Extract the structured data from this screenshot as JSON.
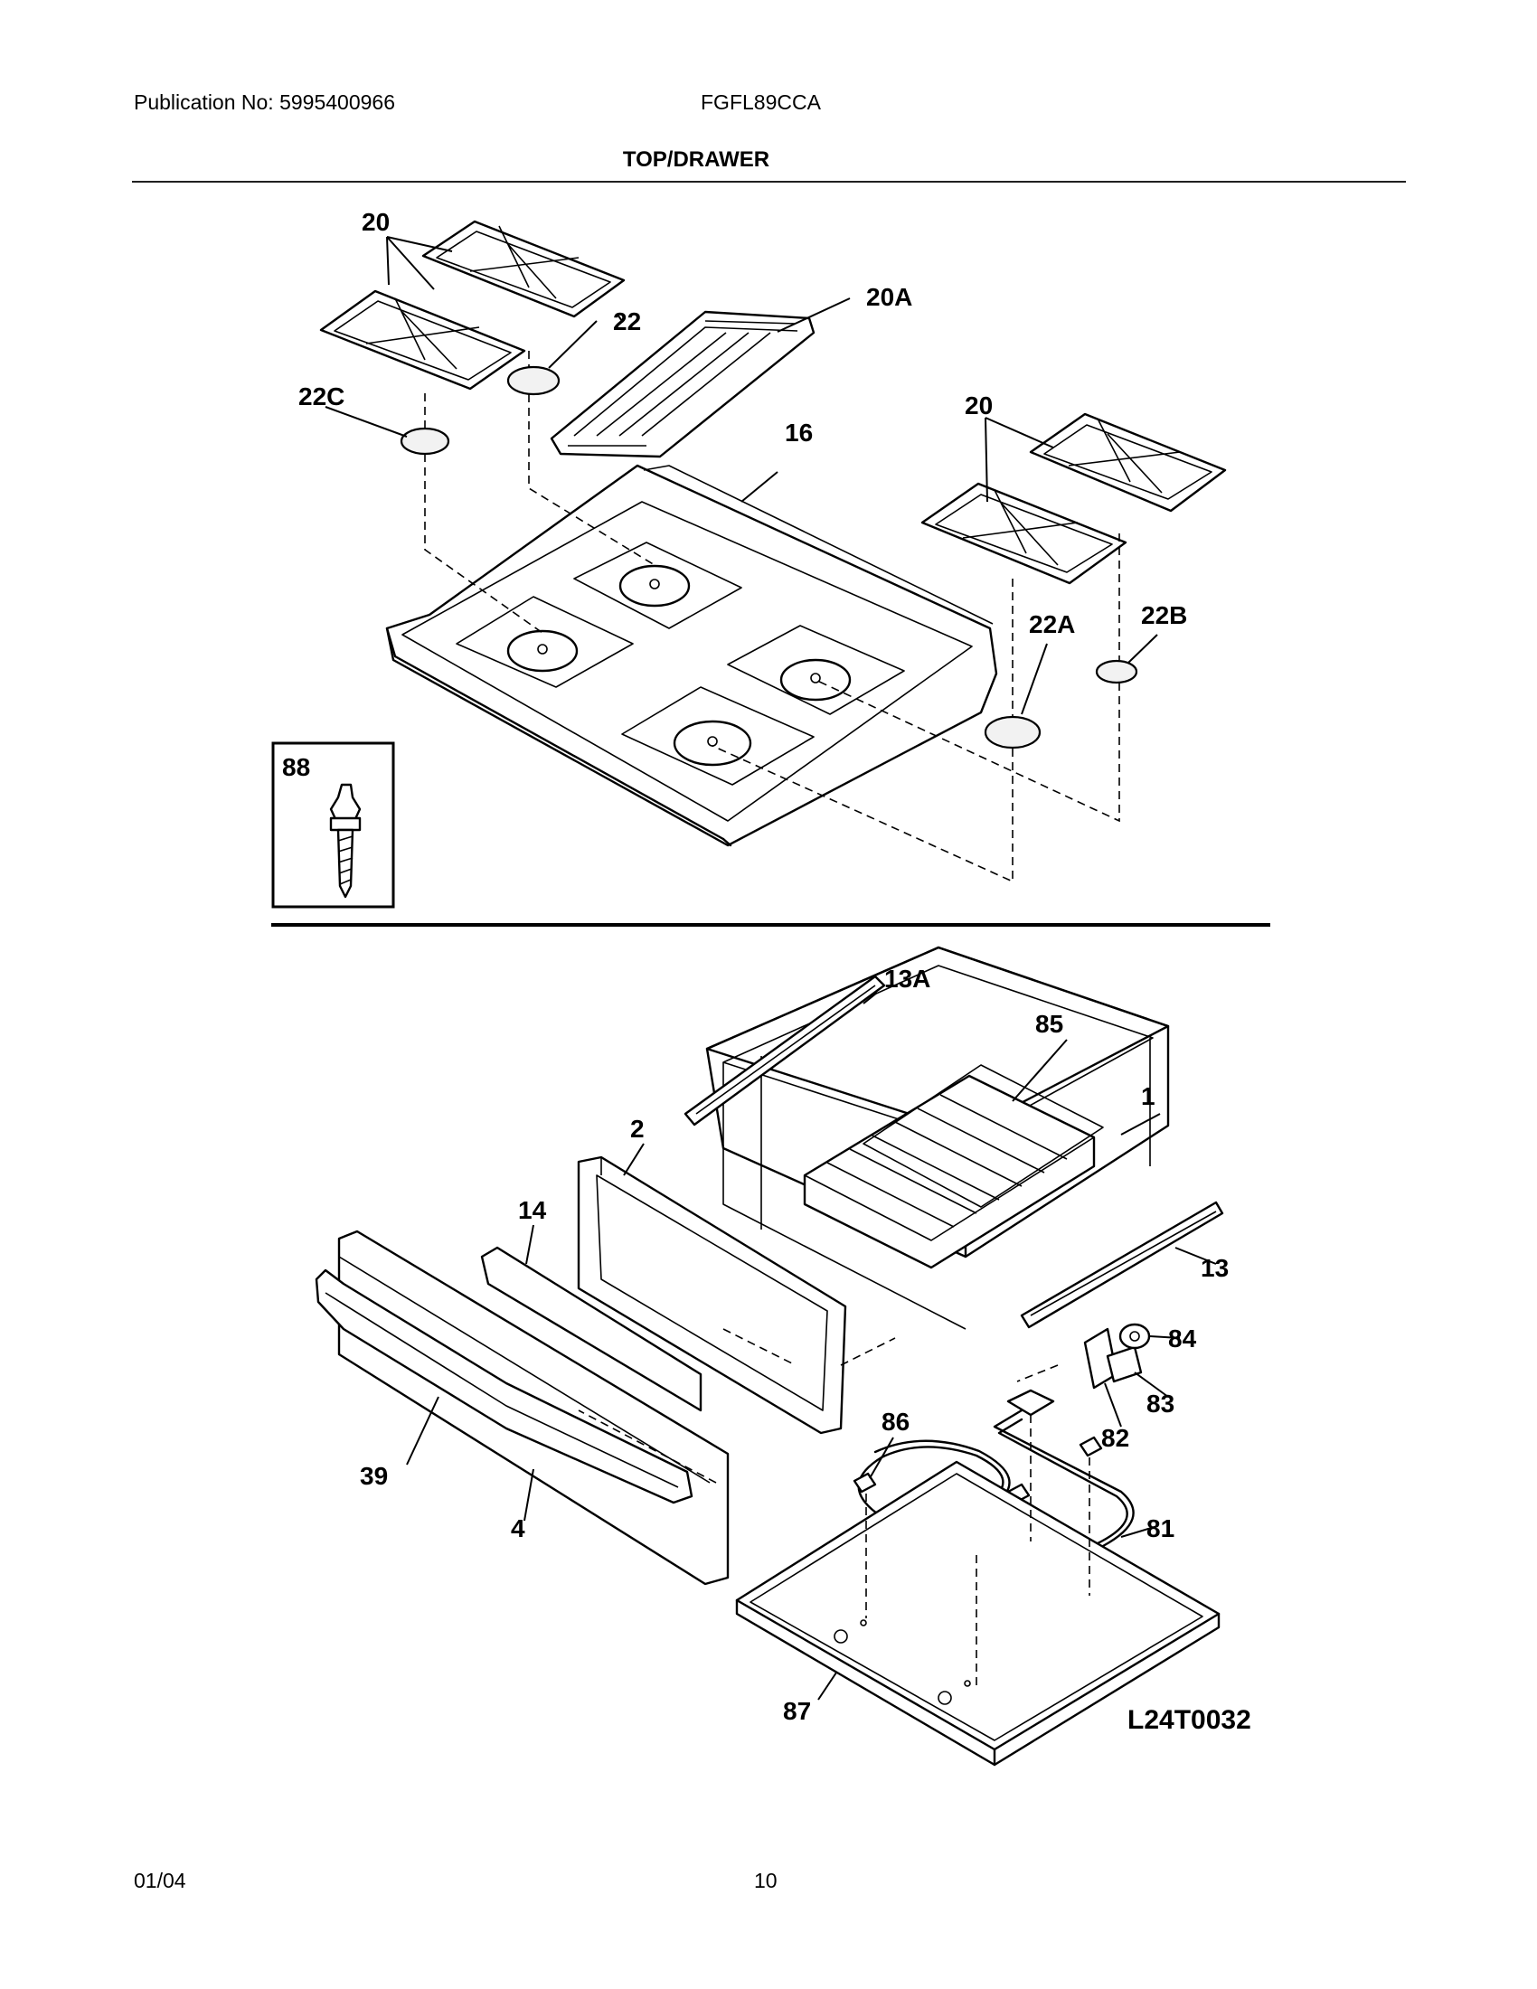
{
  "header": {
    "publication": "Publication No: 5995400966",
    "model": "FGFL89CCA",
    "section_title": "TOP/DRAWER"
  },
  "footer": {
    "date": "01/04",
    "page_number": "10"
  },
  "diagram": {
    "code": "L24T0032",
    "callouts": {
      "c20a": "20",
      "c20b": "20",
      "c20A": "20A",
      "c22": "22",
      "c22C": "22C",
      "c16": "16",
      "c22A": "22A",
      "c22B": "22B",
      "c88": "88",
      "c13A": "13A",
      "c85": "85",
      "c1": "1",
      "c2": "2",
      "c14": "14",
      "c13": "13",
      "c84": "84",
      "c83": "83",
      "c82": "82",
      "c86": "86",
      "c81": "81",
      "c39": "39",
      "c4": "4",
      "c87": "87"
    }
  }
}
